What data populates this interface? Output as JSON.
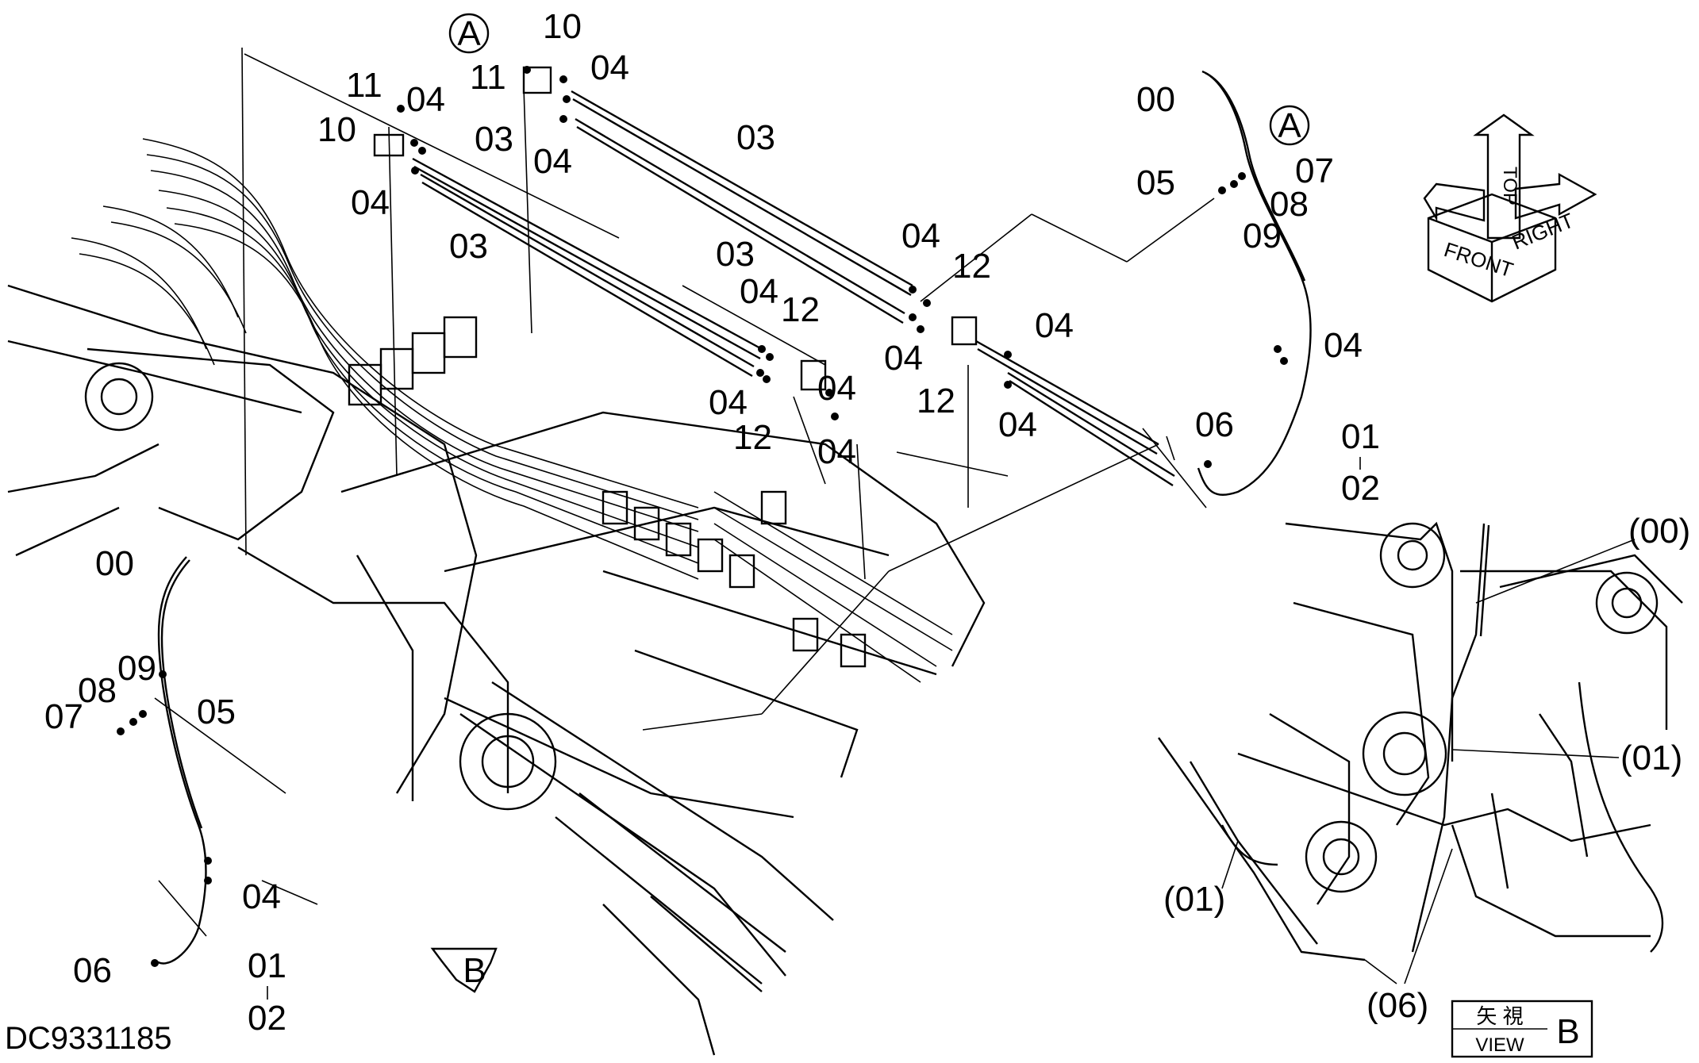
{
  "drawing_id": "DC9331185",
  "view_box": {
    "kanji": "矢 視",
    "view_label": "VIEW",
    "view_letter": "B"
  },
  "view_arrow_letter": "B",
  "detail_markers": {
    "a1": "A",
    "a2": "A"
  },
  "orientation": {
    "front": "FRONT",
    "top": "TOP",
    "right": "RIGHT"
  },
  "callouts": {
    "c10a": "10",
    "c11a": "11",
    "c04a1": "04",
    "c04a2": "04",
    "c11b": "11",
    "c10b": "10",
    "c04b1": "04",
    "c04b2": "04",
    "c03a": "03",
    "c03b": "03",
    "c03c": "03",
    "c03d": "03",
    "c04c": "04",
    "c04d": "04",
    "c12a": "12",
    "c04e": "04",
    "c04f": "04",
    "c12b": "12",
    "c04g": "04",
    "c12c": "12",
    "c04h": "04",
    "c04i": "04",
    "c12d": "12",
    "c04j": "04",
    "c00a": "00",
    "c05a": "05",
    "c07a": "07",
    "c08a": "08",
    "c09a": "09",
    "c04k": "04",
    "c06a": "06",
    "c01a": "01",
    "c02a": "02",
    "c00b": "00",
    "c09b": "09",
    "c08b": "08",
    "c07b": "07",
    "c05b": "05",
    "c04l": "04",
    "c06b": "06",
    "c01b": "01",
    "c02b": "02",
    "d00": "(00)",
    "d01a": "(01)",
    "d01b": "(01)",
    "d06": "(06)"
  }
}
